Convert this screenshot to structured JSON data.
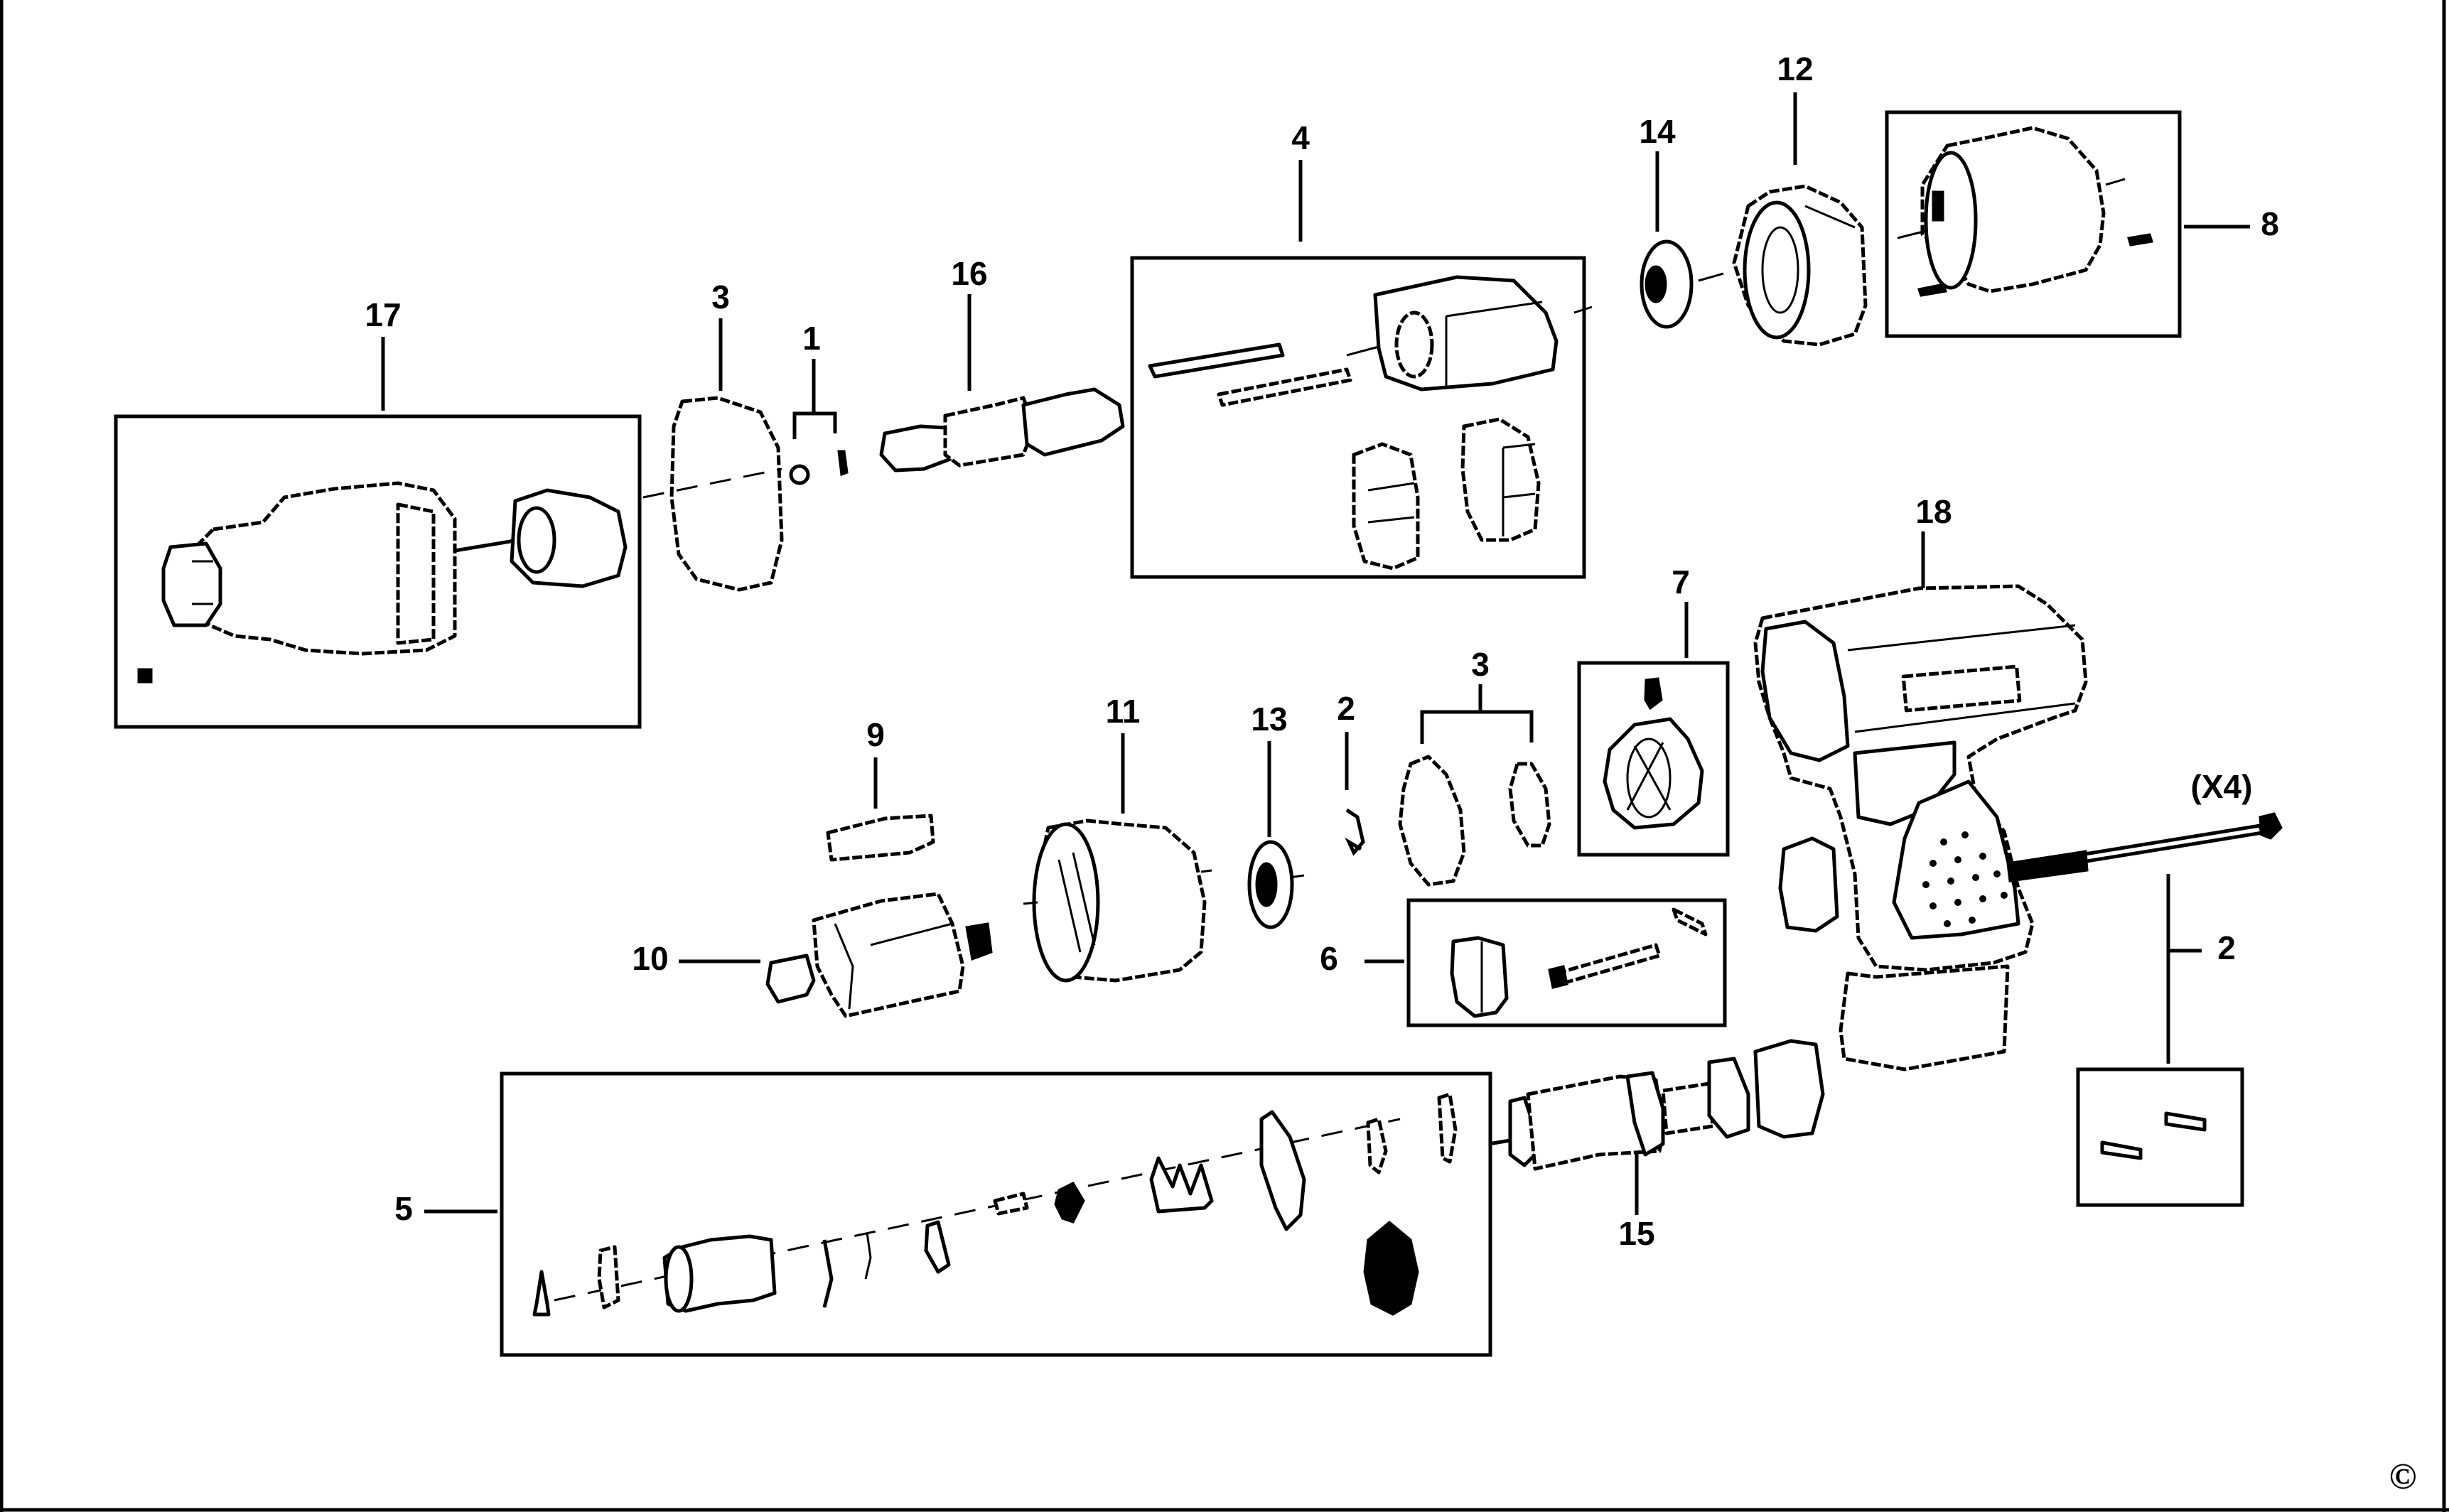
{
  "diagram": {
    "title": "Impact wrench exploded parts diagram",
    "copyright_symbol": "©",
    "callouts": [
      {
        "id": "17",
        "text": "17",
        "part": "nose housing assembly"
      },
      {
        "id": "3a",
        "text": "3",
        "part": "gasket"
      },
      {
        "id": "1",
        "text": "1",
        "part": "pin and ball"
      },
      {
        "id": "16",
        "text": "16",
        "part": "anvil"
      },
      {
        "id": "4",
        "text": "4",
        "part": "hammer mechanism kit"
      },
      {
        "id": "14",
        "text": "14",
        "part": "bearing plate"
      },
      {
        "id": "12",
        "text": "12",
        "part": "reverse valve housing"
      },
      {
        "id": "8",
        "text": "8",
        "part": "cylinder kit"
      },
      {
        "id": "18",
        "text": "18",
        "part": "main housing"
      },
      {
        "id": "7",
        "text": "7",
        "part": "rear end plate kit"
      },
      {
        "id": "3b",
        "text": "3",
        "part": "gaskets"
      },
      {
        "id": "2a",
        "text": "2",
        "part": "clip"
      },
      {
        "id": "13",
        "text": "13",
        "part": "front end plate"
      },
      {
        "id": "11",
        "text": "11",
        "part": "cylinder"
      },
      {
        "id": "9",
        "text": "9",
        "part": "vane"
      },
      {
        "id": "10",
        "text": "10",
        "part": "rotor"
      },
      {
        "id": "6",
        "text": "6",
        "part": "trigger kit"
      },
      {
        "id": "x4",
        "text": "(X4)",
        "part": "housing screws quantity"
      },
      {
        "id": "2b",
        "text": "2",
        "part": "pins"
      },
      {
        "id": "5",
        "text": "5",
        "part": "inlet valve kit"
      },
      {
        "id": "15",
        "text": "15",
        "part": "air inlet"
      }
    ]
  }
}
